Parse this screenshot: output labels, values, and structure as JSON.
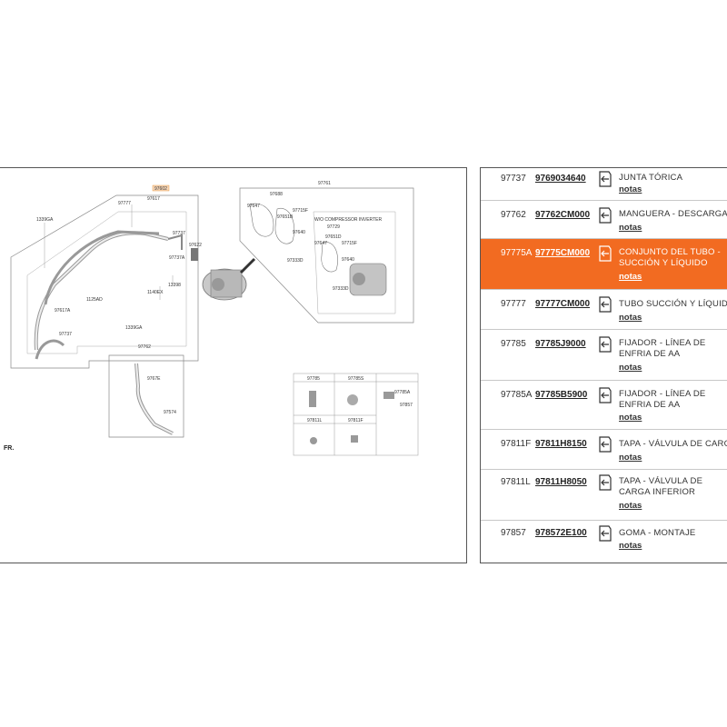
{
  "diagram": {
    "fr_label": "FR.",
    "top_tag": "97602",
    "labels": [
      "1339GA",
      "97777",
      "97617",
      "97737",
      "97622",
      "97737A",
      "1140EX",
      "13398",
      "1125AD",
      "97617A",
      "97737",
      "97761",
      "97688",
      "97647",
      "97715F",
      "97651B",
      "97640",
      "97333D",
      "W/O COMPRESSOR INVERTER",
      "97729",
      "97651D",
      "97647",
      "97715F",
      "97640",
      "97333D",
      "1339GA",
      "97762",
      "9767E",
      "97574"
    ],
    "inset_labels": [
      "97785",
      "97785S",
      "97785A",
      "97857",
      "97811L",
      "97811F"
    ]
  },
  "parts": [
    {
      "code": "97737",
      "pn": "9769034640",
      "desc": "JUNTA TÓRICA",
      "notes": "notas",
      "selected": false
    },
    {
      "code": "97762",
      "pn": "97762CM000",
      "desc": "MANGUERA - DESCARGA",
      "notes": "notas",
      "selected": false
    },
    {
      "code": "97775A",
      "pn": "97775CM000",
      "desc": "CONJUNTO DEL TUBO - SUCCIÓN Y LÍQUIDO",
      "notes": "notas",
      "selected": true
    },
    {
      "code": "97777",
      "pn": "97777CM000",
      "desc": "TUBO SUCCIÓN Y LÍQUIDO",
      "notes": "notas",
      "selected": false
    },
    {
      "code": "97785",
      "pn": "97785J9000",
      "desc": "FIJADOR - LÍNEA DE ENFRIA DE AA",
      "notes": "notas",
      "selected": false
    },
    {
      "code": "97785A",
      "pn": "97785B5900",
      "desc": "FIJADOR - LÍNEA DE ENFRIA DE AA",
      "notes": "notas",
      "selected": false
    },
    {
      "code": "97811F",
      "pn": "97811H8150",
      "desc": "TAPA - VÁLVULA DE CARGA",
      "notes": "notas",
      "selected": false
    },
    {
      "code": "97811L",
      "pn": "97811H8050",
      "desc": "TAPA - VÁLVULA DE CARGA INFERIOR",
      "notes": "notas",
      "selected": false
    },
    {
      "code": "97857",
      "pn": "978572E100",
      "desc": "GOMA - MONTAJE",
      "notes": "notas",
      "selected": false
    }
  ],
  "colors": {
    "selected": "#f26b21",
    "border": "#555555",
    "divider": "#c8c8c8"
  },
  "icons": {
    "zoom": "zoom-in-icon",
    "cart": "add-to-cart-icon"
  }
}
